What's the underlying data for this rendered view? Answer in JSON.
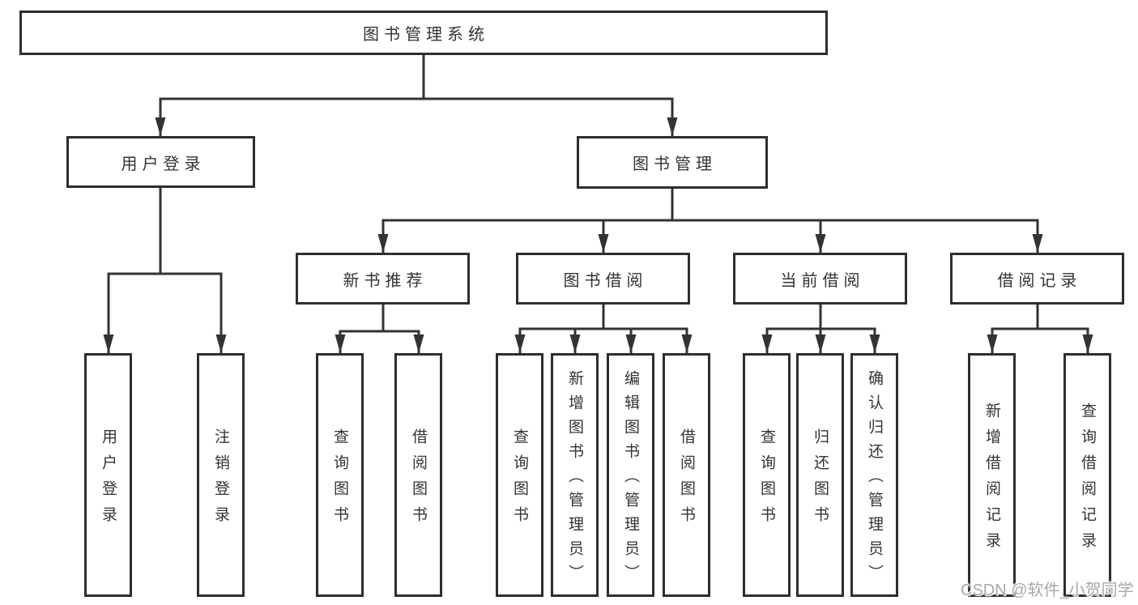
{
  "tree": {
    "label": "图书管理系统",
    "children": [
      {
        "label": "用户登录",
        "children": [
          {
            "label": "用户登录"
          },
          {
            "label": "注销登录"
          }
        ]
      },
      {
        "label": "图书管理",
        "children": [
          {
            "label": "新书推荐",
            "children": [
              {
                "label": "查询图书"
              },
              {
                "label": "借阅图书"
              }
            ]
          },
          {
            "label": "图书借阅",
            "children": [
              {
                "label": "查询图书"
              },
              {
                "label": "新增图书（管理员）"
              },
              {
                "label": "编辑图书（管理员）"
              },
              {
                "label": "借阅图书"
              }
            ]
          },
          {
            "label": "当前借阅",
            "children": [
              {
                "label": "查询图书"
              },
              {
                "label": "归还图书"
              },
              {
                "label": "确认归还（管理员）"
              }
            ]
          },
          {
            "label": "借阅记录",
            "children": [
              {
                "label": "新增借阅记录"
              },
              {
                "label": "查询借阅记录"
              }
            ]
          }
        ]
      }
    ]
  },
  "watermark": {
    "text": "CSDN @软件_小贺同学"
  },
  "colors": {
    "line": "#333333",
    "box_border": "#2e2e2e",
    "box_fill": "#ffffff",
    "text": "#333333",
    "watermark": "#a8a8a8"
  }
}
